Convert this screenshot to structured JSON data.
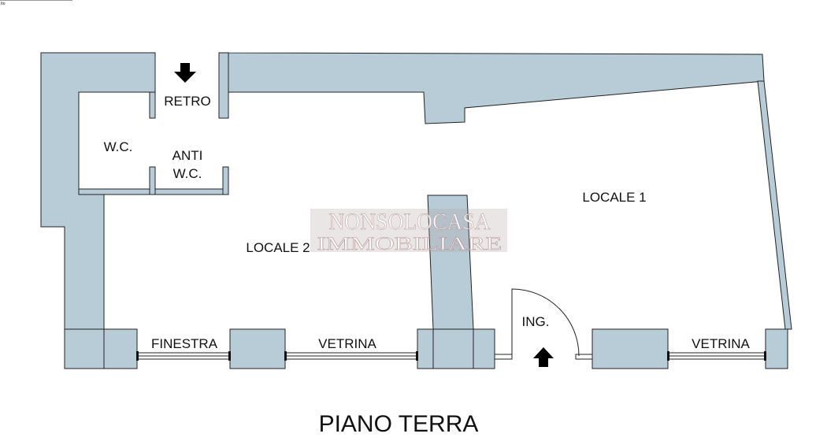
{
  "header": {
    "corner_text": "Ito"
  },
  "watermark": {
    "line1": "NONSOLOCASA",
    "line2": "IMMOBILIARE"
  },
  "rooms": {
    "retro": "RETRO",
    "wc": "W.C.",
    "anti_line1": "ANTI",
    "anti_line2": "W.C.",
    "locale1": "LOCALE 1",
    "locale2": "LOCALE 2",
    "ingresso": "ING."
  },
  "openings": {
    "finestra": "FINESTRA",
    "vetrina_left": "VETRINA",
    "vetrina_right": "VETRINA"
  },
  "title": "PIANO TERRA",
  "colors": {
    "wall": "#b8ccd8",
    "outline": "#222222",
    "ink": "#111111"
  }
}
